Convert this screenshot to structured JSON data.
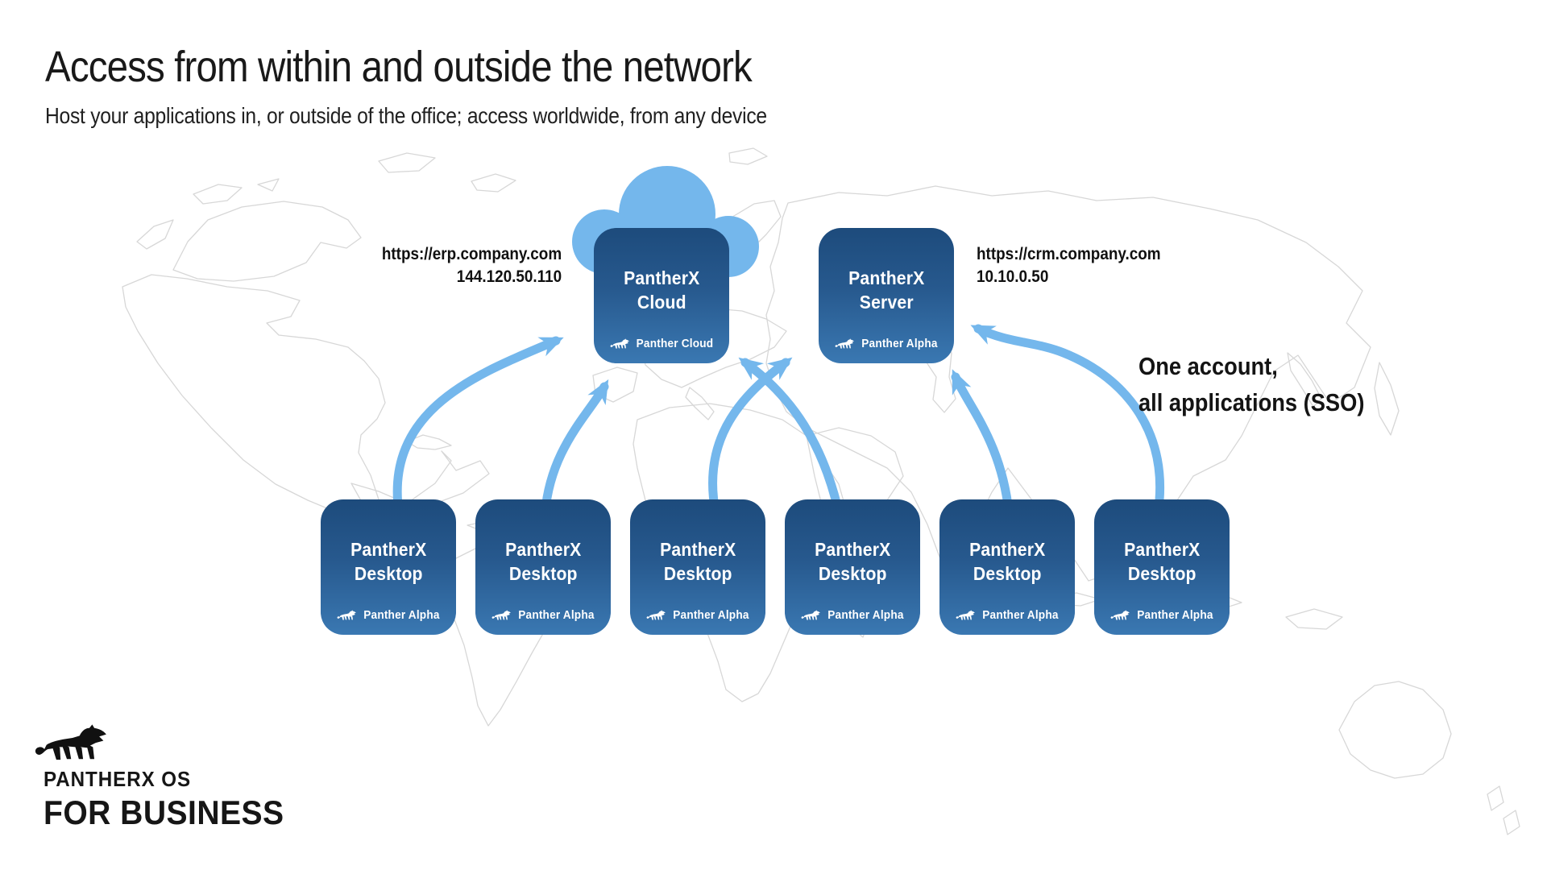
{
  "header": {
    "title": "Access from within and outside the network",
    "subtitle": "Host your applications in, or outside of the office; access worldwide, from any device"
  },
  "nodes": {
    "cloud": {
      "line1": "PantherX",
      "line2": "Cloud",
      "badge": "Panther Cloud"
    },
    "server": {
      "line1": "PantherX",
      "line2": "Server",
      "badge": "Panther Alpha"
    },
    "desktops": [
      {
        "line1": "PantherX",
        "line2": "Desktop",
        "badge": "Panther Alpha"
      },
      {
        "line1": "PantherX",
        "line2": "Desktop",
        "badge": "Panther Alpha"
      },
      {
        "line1": "PantherX",
        "line2": "Desktop",
        "badge": "Panther Alpha"
      },
      {
        "line1": "PantherX",
        "line2": "Desktop",
        "badge": "Panther Alpha"
      },
      {
        "line1": "PantherX",
        "line2": "Desktop",
        "badge": "Panther Alpha"
      },
      {
        "line1": "PantherX",
        "line2": "Desktop",
        "badge": "Panther Alpha"
      }
    ]
  },
  "annotations": {
    "erp": {
      "url": "https://erp.company.com",
      "ip": "144.120.50.110"
    },
    "crm": {
      "url": "https://crm.company.com",
      "ip": "10.10.0.50"
    },
    "sso": {
      "line1": "One account,",
      "line2": "all applications (SSO)"
    }
  },
  "logo": {
    "line1": "PANTHERX OS",
    "line2": "FOR BUSINESS"
  },
  "colors": {
    "box_gradient_top": "#1d4b7c",
    "box_gradient_bottom": "#3a78b2",
    "arrow_blue": "#74b7ec",
    "cloud_blue": "#74b7ec",
    "map_outline": "#d7d7d7",
    "text_dark": "#1c1c1c"
  }
}
